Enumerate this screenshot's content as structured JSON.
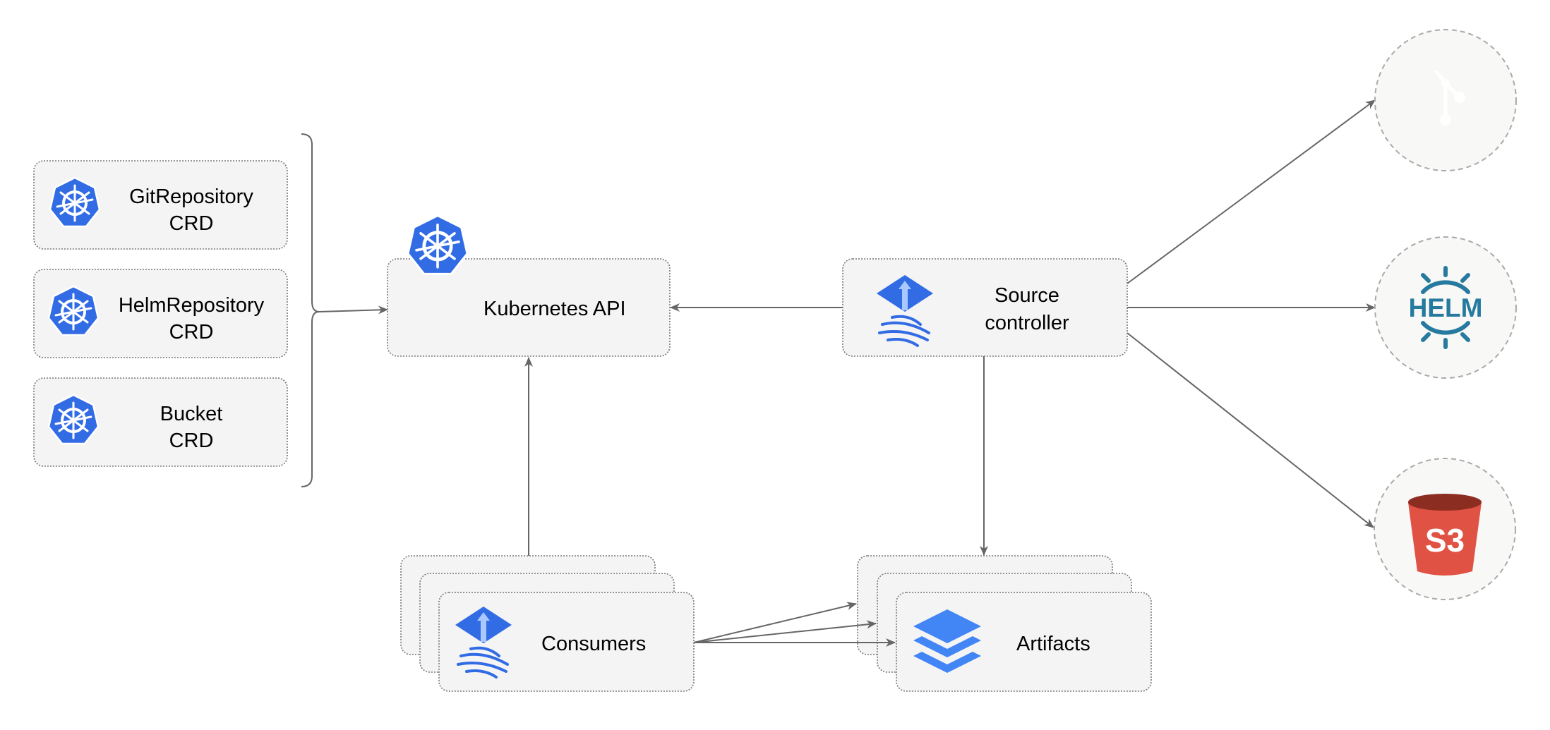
{
  "crds": [
    {
      "line1": "GitRepository",
      "line2": "CRD"
    },
    {
      "line1": "HelmRepository",
      "line2": "CRD"
    },
    {
      "line1": "Bucket",
      "line2": "CRD"
    }
  ],
  "kubernetes_api": {
    "label": "Kubernetes API"
  },
  "source_controller": {
    "line1": "Source",
    "line2": "controller"
  },
  "consumers": {
    "label": "Consumers"
  },
  "artifacts": {
    "label": "Artifacts"
  },
  "external_sources": {
    "git": {
      "icon": "git-icon",
      "color": "#2f7bd6"
    },
    "helm": {
      "icon": "helm-icon",
      "text": "HELM",
      "color": "#277a9f"
    },
    "s3": {
      "icon": "s3-bucket-icon",
      "text": "S3",
      "color": "#e05243"
    }
  },
  "colors": {
    "kubernetes": "#326ce5",
    "flux": "#326ce5",
    "edge": "#666666"
  }
}
